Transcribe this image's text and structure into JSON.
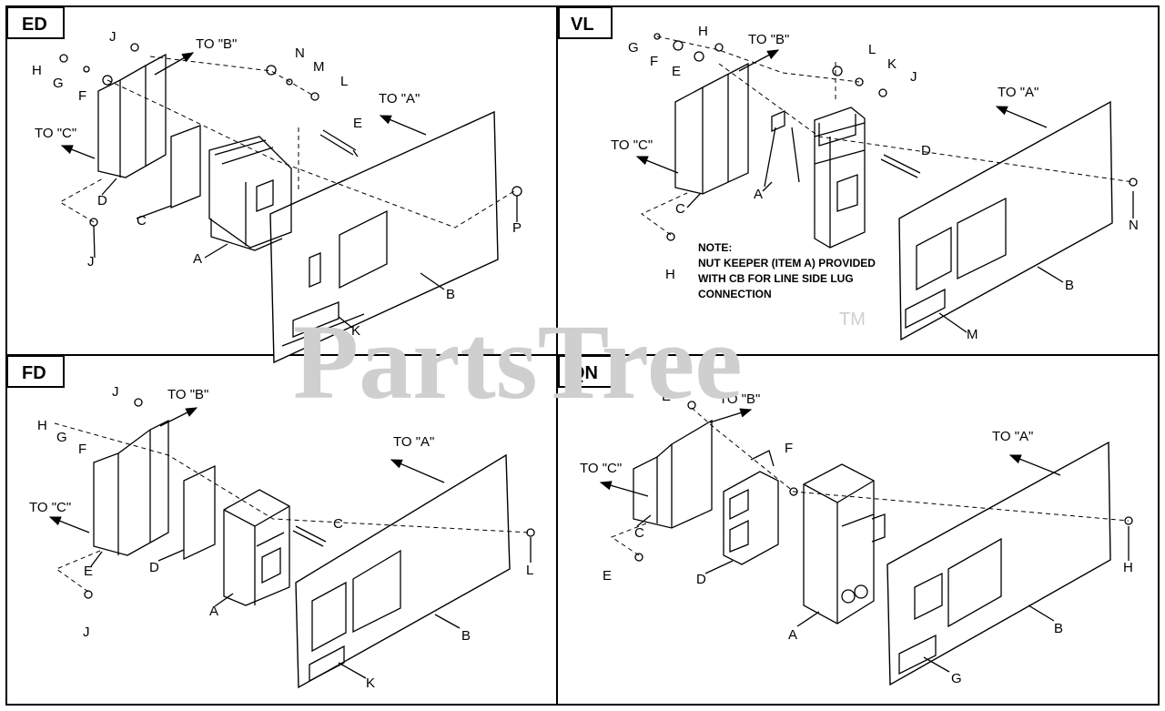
{
  "watermark": {
    "text": "PartsTree",
    "trademark": "TM"
  },
  "panels": {
    "ed": {
      "tag": "ED",
      "labels": {
        "J": "J",
        "H": "H",
        "G": "G",
        "F": "F",
        "D": "D",
        "C": "C",
        "A": "A",
        "J2": "J",
        "N": "N",
        "M": "M",
        "L": "L",
        "E": "E",
        "P": "P",
        "B": "B",
        "K": "K"
      },
      "to_a": "TO \"A\"",
      "to_b": "TO \"B\"",
      "to_c": "TO \"C\""
    },
    "vl": {
      "tag": "VL",
      "labels": {
        "G": "G",
        "H": "H",
        "F": "F",
        "E": "E",
        "L": "L",
        "K": "K",
        "J": "J",
        "D": "D",
        "C": "C",
        "A": "A",
        "H2": "H",
        "N": "N",
        "B": "B",
        "M": "M"
      },
      "to_a": "TO \"A\"",
      "to_b": "TO \"B\"",
      "to_c": "TO \"C\"",
      "note": [
        "NOTE:",
        "NUT KEEPER (ITEM A) PROVIDED",
        "WITH CB FOR LINE SIDE LUG",
        "CONNECTION"
      ]
    },
    "fd": {
      "tag": "FD",
      "labels": {
        "J": "J",
        "H": "H",
        "G": "G",
        "F": "F",
        "E": "E",
        "D": "D",
        "J2": "J",
        "A": "A",
        "C": "C",
        "L": "L",
        "B": "B",
        "K": "K"
      },
      "to_a": "TO \"A\"",
      "to_b": "TO \"B\"",
      "to_c": "TO \"C\""
    },
    "qn": {
      "tag": "QN",
      "labels": {
        "E": "E",
        "F": "F",
        "C": "C",
        "E2": "E",
        "D": "D",
        "A": "A",
        "H": "H",
        "B": "B",
        "G": "G"
      },
      "to_a": "TO \"A\"",
      "to_b": "TO \"B\"",
      "to_c": "TO \"C\""
    }
  }
}
